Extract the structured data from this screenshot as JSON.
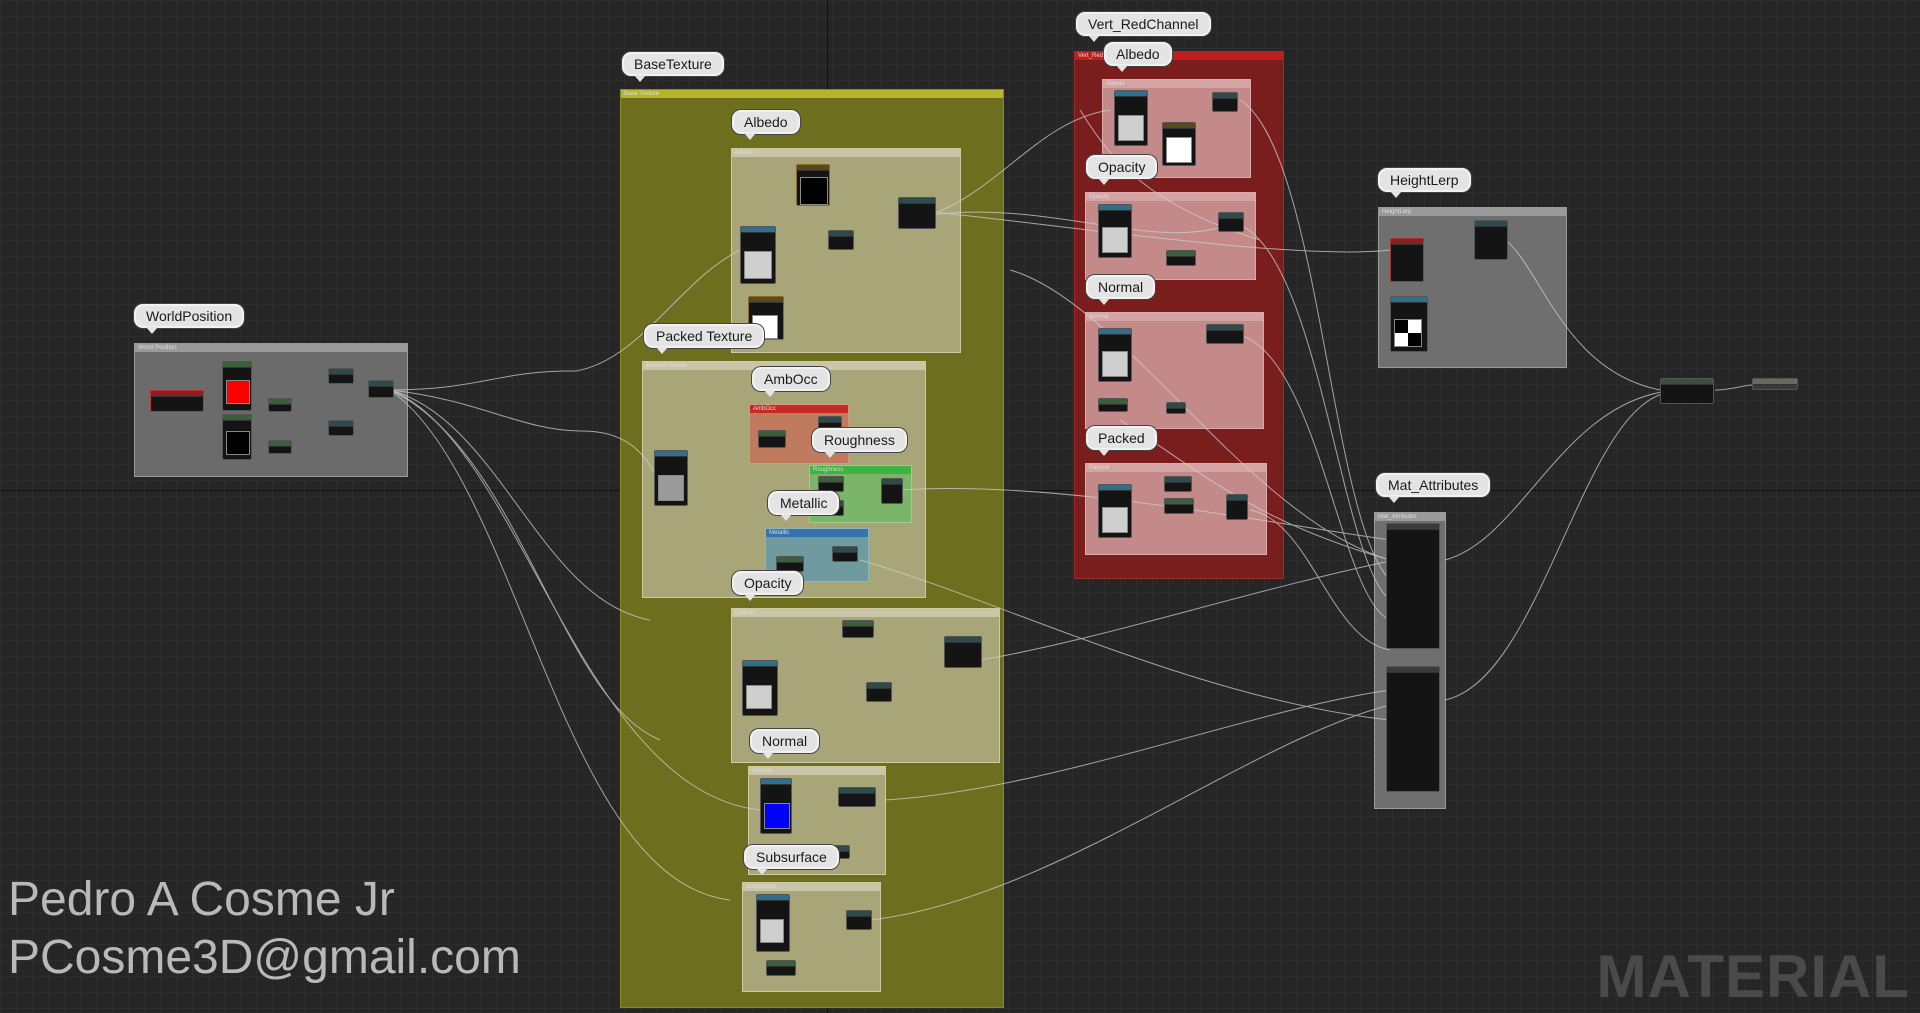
{
  "editor": {
    "title": "Material Editor Graph"
  },
  "comment_boxes": [
    {
      "id": "world-position",
      "label": "WorldPosition",
      "header": "World Position",
      "color": "#7a7a7a"
    },
    {
      "id": "base-texture",
      "label": "BaseTexture",
      "header": "Base Texture",
      "color": "#8a8a20"
    },
    {
      "id": "albedo",
      "label": "Albedo",
      "header": "Albedo",
      "color": "#b8b597"
    },
    {
      "id": "packed-texture",
      "label": "Packed Texture",
      "header": "Packed Texture",
      "color": "#b8b597"
    },
    {
      "id": "ambocc",
      "label": "AmbOcc",
      "header": "AmbOcc",
      "color": "#c94a3a"
    },
    {
      "id": "roughness",
      "label": "Roughness",
      "header": "Roughness",
      "color": "#47b447"
    },
    {
      "id": "metallic",
      "label": "Metallic",
      "header": "Metallic",
      "color": "#3a7fb4"
    },
    {
      "id": "opacity",
      "label": "Opacity",
      "header": "Opacity",
      "color": "#b8b597"
    },
    {
      "id": "normal",
      "label": "Normal",
      "header": "Normal",
      "color": "#b8b597"
    },
    {
      "id": "subsurface",
      "label": "Subsurface",
      "header": "Subsurface",
      "color": "#b8b597"
    },
    {
      "id": "vert-redchannel",
      "label": "Vert_RedChannel",
      "header": "Vert_RedChannel",
      "color": "#a81e1e"
    },
    {
      "id": "vert-albedo",
      "label": "Albedo",
      "header": "Albedo",
      "color": "#d49494"
    },
    {
      "id": "vert-opacity",
      "label": "Opacity",
      "header": "Opacity",
      "color": "#d49494"
    },
    {
      "id": "vert-normal",
      "label": "Normal",
      "header": "Normal",
      "color": "#d49494"
    },
    {
      "id": "vert-packed",
      "label": "Packed",
      "header": "Packed",
      "color": "#d49494"
    },
    {
      "id": "heightlerp",
      "label": "HeightLerp",
      "header": "HeightLerp",
      "color": "#8a8a8a"
    },
    {
      "id": "mat-attributes",
      "label": "Mat_Attributes",
      "header": "Mat_Attributes",
      "color": "#8a8a8a"
    }
  ],
  "colors": {
    "background": "#262626",
    "wire": "#cfcfcf",
    "texture_header": "#2e6f8c",
    "param_header": "#3b5f3b",
    "math_header": "#2f4a4a",
    "swatch_red": "#ff0000",
    "swatch_blue": "#0000ff",
    "swatch_white": "#ffffff",
    "swatch_gray": "#cfcfcf",
    "swatch_black": "#000000"
  },
  "credits": {
    "name": "Pedro A Cosme Jr",
    "email": "PCosme3D@gmail.com"
  },
  "watermark": "MATERIAL"
}
